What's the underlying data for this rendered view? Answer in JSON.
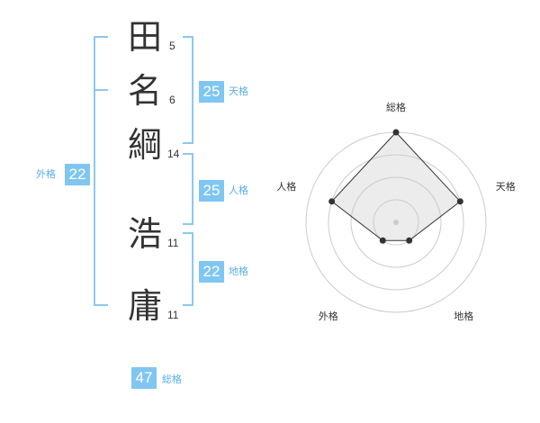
{
  "name": {
    "chars": [
      {
        "char": "田",
        "strokes": "5"
      },
      {
        "char": "名",
        "strokes": "6"
      },
      {
        "char": "綱",
        "strokes": "14"
      },
      {
        "char": "浩",
        "strokes": "11"
      },
      {
        "char": "庸",
        "strokes": "11"
      }
    ]
  },
  "scores": {
    "tenkaku": {
      "value": "25",
      "label": "天格"
    },
    "jinkaku": {
      "value": "25",
      "label": "人格"
    },
    "chikaku": {
      "value": "22",
      "label": "地格"
    },
    "gaikaku": {
      "value": "22",
      "label": "外格"
    },
    "soukaku": {
      "value": "47",
      "label": "総格"
    }
  },
  "colors": {
    "accent": "#7fc6f2",
    "bracket": "#8cc8ee",
    "label": "#5aaee6"
  },
  "chart_data": {
    "type": "radar",
    "axes": [
      "総格",
      "天格",
      "地格",
      "外格",
      "人格"
    ],
    "values": [
      4,
      3,
      1,
      1,
      3
    ],
    "max": 4,
    "rings": 4
  }
}
